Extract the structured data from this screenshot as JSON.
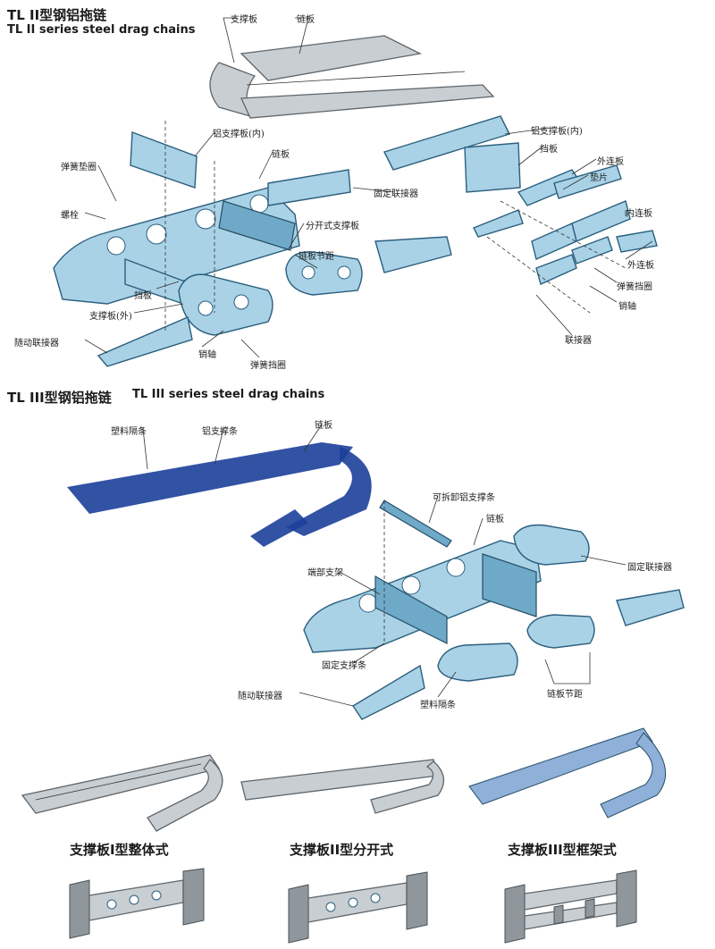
{
  "section1": {
    "title_cn": "TL II型钢铝拖链",
    "title_en": "TL II series steel drag chains",
    "labels": {
      "support_plate": "支撑板",
      "chain_plate_top": "链板",
      "alu_support_inner_left": "铝支撑板(内)",
      "chain_plate_mid": "链板",
      "spring_washer": "弹簧垫圈",
      "bolt": "螺栓",
      "fixed_connector": "固定联接器",
      "split_support": "分开式支撑板",
      "chain_pitch": "链板节距",
      "baffle": "挡板",
      "support_outer": "支撑板(外)",
      "moving_connector": "随动联接器",
      "pin_shaft": "销轴",
      "spring_retainer": "弹簧挡圈",
      "alu_support_inner_right": "铝支撑板(内)",
      "baffle_right": "挡板",
      "outer_plate_top": "外连板",
      "washer": "垫片",
      "inner_plate": "内连板",
      "outer_plate_bottom": "外连板",
      "spring_retainer_right": "弹簧挡圈",
      "pin_right": "销轴",
      "connector_right": "联接器"
    }
  },
  "section2": {
    "title_cn": "TL III型钢铝拖链",
    "title_en": "TL III series steel drag chains",
    "labels": {
      "plastic_strip_top": "塑料隔条",
      "alu_strip": "铝支撑条",
      "chain_plate_top": "链板",
      "removable_alu": "可拆卸铝支撑条",
      "chain_plate_mid": "链板",
      "end_bracket": "端部支架",
      "fixed_connector": "固定联接器",
      "fixed_strip": "固定支撑条",
      "moving_connector": "随动联接器",
      "plastic_strip_bottom": "塑料隔条",
      "chain_pitch": "链板节距"
    }
  },
  "section3": {
    "captions": [
      "支撑板I型整体式",
      "支撑板II型分开式",
      "支撑板III型框架式"
    ]
  },
  "colors": {
    "part_fill": "#a9d2e6",
    "part_stroke": "#2b5f7e",
    "metal": "#c9ced2",
    "chain_blue": "#1c3f9a"
  }
}
